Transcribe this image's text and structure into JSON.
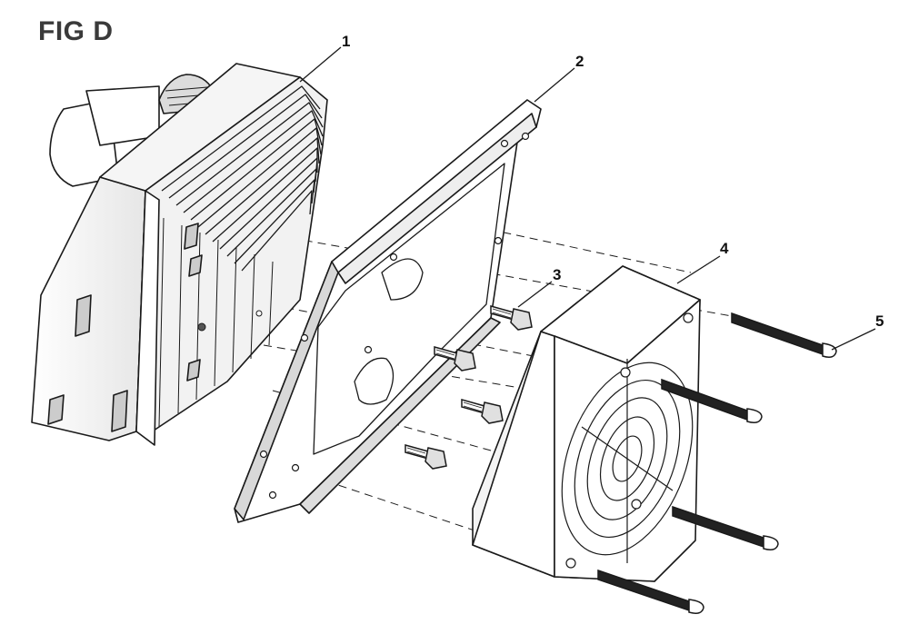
{
  "figure": {
    "title": "FIG D"
  },
  "callouts": [
    "1",
    "2",
    "3",
    "4",
    "5"
  ],
  "colors": {
    "line": "#1a1a1a",
    "title": "#3a3a3a",
    "fill_light": "#f2f2f2",
    "fill_dark": "#c8c8c8"
  }
}
